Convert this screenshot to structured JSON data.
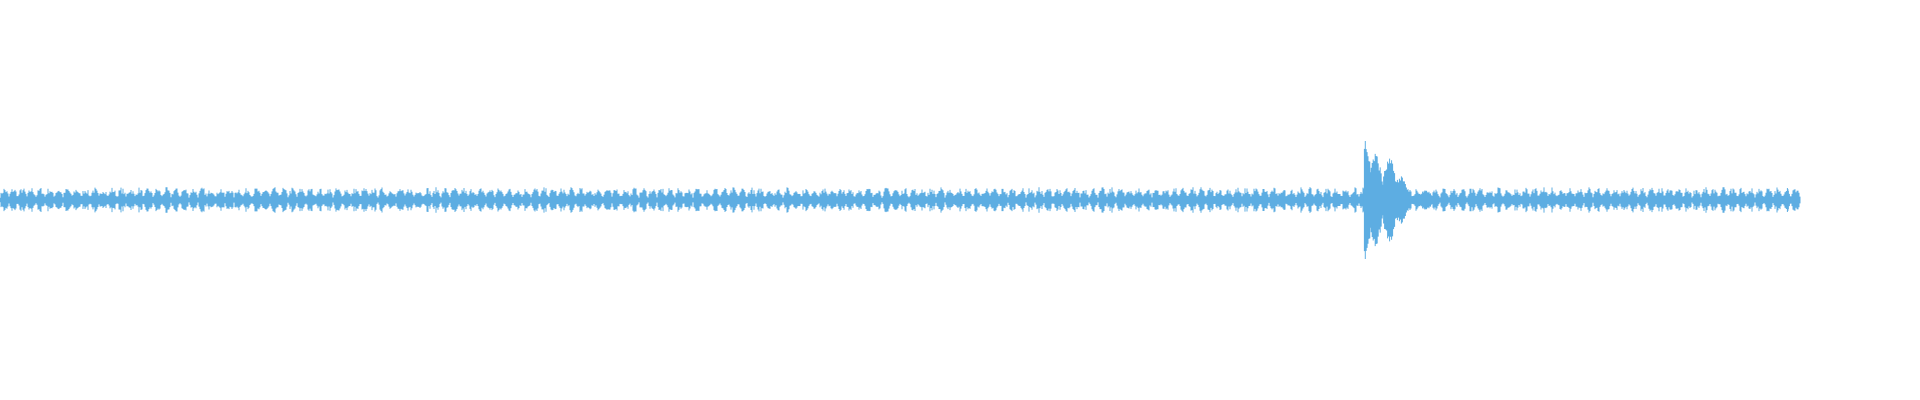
{
  "chart_data": {
    "type": "waveform",
    "title": "",
    "xlabel": "",
    "ylabel": "",
    "grid": false,
    "legend": "none",
    "waveform_color": "#5dade2",
    "amplitude_range": [
      -1,
      1
    ],
    "duration_fraction_shown": 0.934,
    "baseline_amplitude": 0.1,
    "events": [
      {
        "label": "",
        "position": 0.758,
        "peak_amplitude": 0.6,
        "secondary_peaks": [
          {
            "position": 0.764,
            "amplitude": 0.4
          },
          {
            "position": 0.772,
            "amplitude": 0.35
          },
          {
            "position": 0.778,
            "amplitude": 0.2
          },
          {
            "position": 0.792,
            "amplitude": 0.08
          }
        ]
      }
    ],
    "end_spike": {
      "position": 0.993,
      "amplitude": 0.1
    }
  }
}
